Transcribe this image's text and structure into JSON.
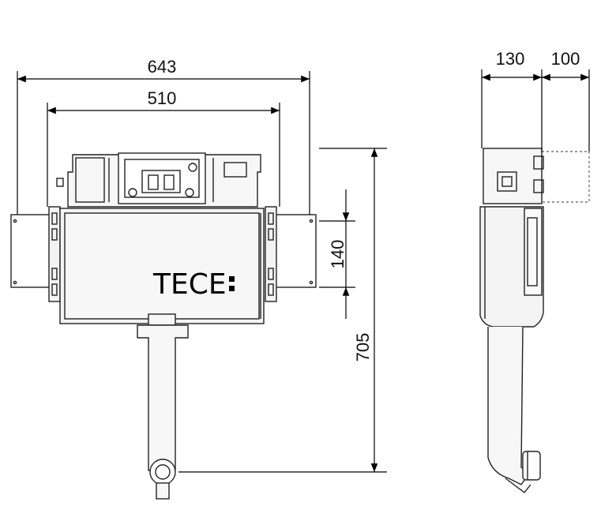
{
  "dimensions": {
    "overall_width": "643",
    "frame_width": "510",
    "height_step": "140",
    "total_height": "705",
    "depth_cistern": "130",
    "depth_extension": "100"
  },
  "brand": {
    "logo_text": "TECE"
  }
}
